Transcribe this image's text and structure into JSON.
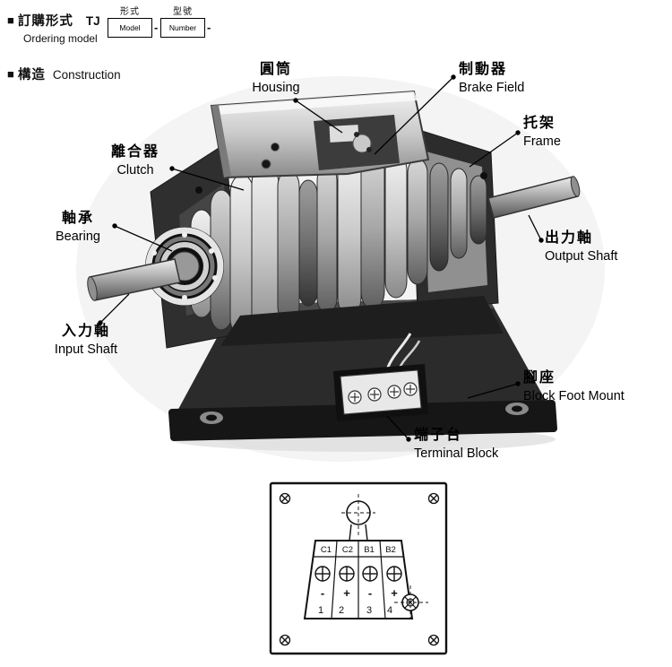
{
  "header": {
    "ordering": {
      "bullet": "■",
      "title_zh": "訂購形式",
      "code": "TJ",
      "title_en": "Ordering model",
      "separator": "-",
      "fields": [
        {
          "label_zh": "形式",
          "label_en": "Model"
        },
        {
          "label_zh": "型號",
          "label_en": "Number"
        }
      ]
    },
    "construction": {
      "bullet": "■",
      "title_zh": "構造",
      "title_en": "Construction"
    }
  },
  "callouts": [
    {
      "id": "housing",
      "zh": "圓筒",
      "en": "Housing"
    },
    {
      "id": "brake-field",
      "zh": "制動器",
      "en": "Brake Field"
    },
    {
      "id": "frame",
      "zh": "托架",
      "en": "Frame"
    },
    {
      "id": "clutch",
      "zh": "離合器",
      "en": "Clutch"
    },
    {
      "id": "bearing",
      "zh": "軸承",
      "en": "Bearing"
    },
    {
      "id": "output-shaft",
      "zh": "出力軸",
      "en": "Output Shaft"
    },
    {
      "id": "input-shaft",
      "zh": "入力軸",
      "en": "Input Shaft"
    },
    {
      "id": "block-foot-mount",
      "zh": "腳座",
      "en": "Block Foot Mount"
    },
    {
      "id": "terminal-block",
      "zh": "端子台",
      "en": "Terminal Block"
    }
  ],
  "terminal_diagram": {
    "terminals": [
      "C1",
      "C2",
      "B1",
      "B2"
    ],
    "polarity": [
      "-",
      "+",
      "-",
      "+"
    ],
    "numbers": [
      "1",
      "2",
      "3",
      "4"
    ]
  }
}
